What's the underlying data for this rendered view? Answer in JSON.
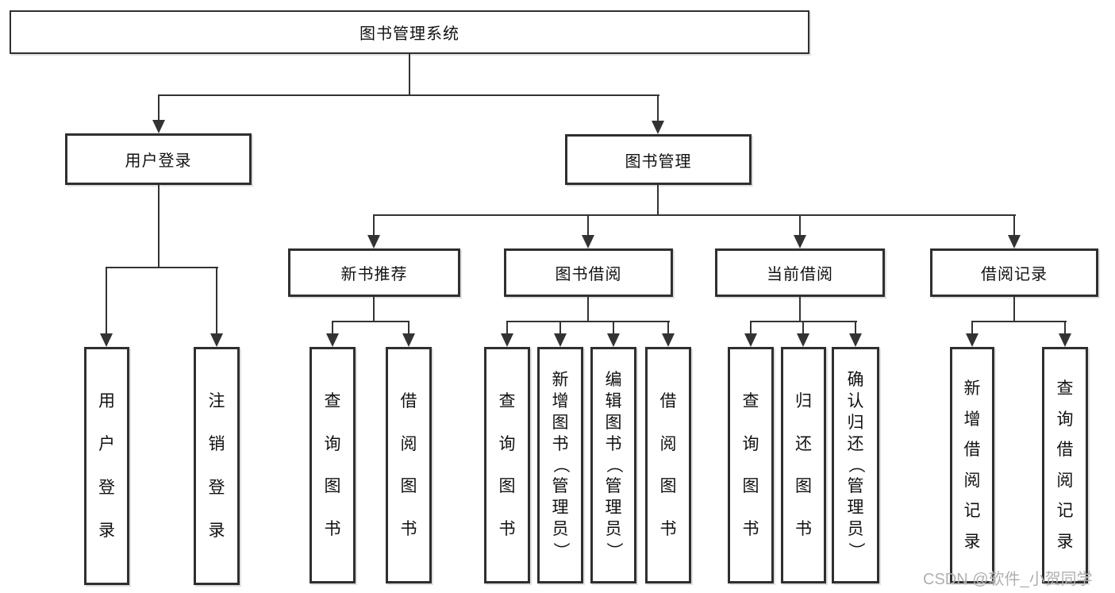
{
  "colors": {
    "background": "#ffffff",
    "box_border": "#2f2f2f",
    "connector_line": "#333333",
    "text": "#111111",
    "watermark_text": "#b0b0b0"
  },
  "watermark": {
    "text": "CSDN @软件_小贺同学"
  },
  "tree": {
    "label": "图书管理系统",
    "children": [
      {
        "label": "用户登录",
        "children": [
          {
            "label": "用户登录"
          },
          {
            "label": "注销登录"
          }
        ]
      },
      {
        "label": "图书管理",
        "children": [
          {
            "label": "新书推荐",
            "children": [
              {
                "label": "查询图书"
              },
              {
                "label": "借阅图书"
              }
            ]
          },
          {
            "label": "图书借阅",
            "children": [
              {
                "label": "查询图书"
              },
              {
                "label": "新增图书（管理员）"
              },
              {
                "label": "编辑图书（管理员）"
              },
              {
                "label": "借阅图书"
              }
            ]
          },
          {
            "label": "当前借阅",
            "children": [
              {
                "label": "查询图书"
              },
              {
                "label": "归还图书"
              },
              {
                "label": "确认归还（管理员）"
              }
            ]
          },
          {
            "label": "借阅记录",
            "children": [
              {
                "label": "新增借阅记录"
              },
              {
                "label": "查询借阅记录"
              }
            ]
          }
        ]
      }
    ]
  }
}
